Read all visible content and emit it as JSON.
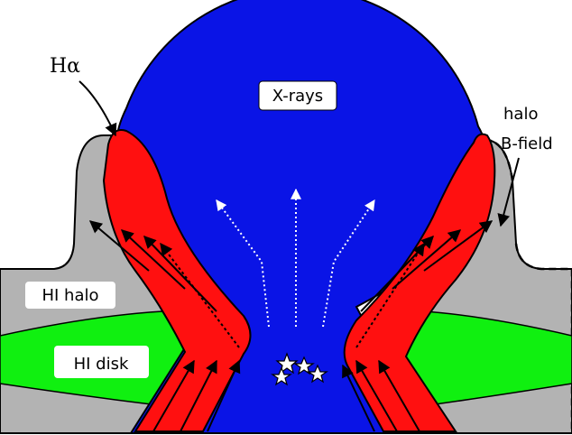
{
  "labels": {
    "halpha": "Hα",
    "xrays": "X-rays",
    "halo_bfield_line1": "halo",
    "halo_bfield_line2": "B-field",
    "hi_halo": "HI halo",
    "hi_disk": "HI disk"
  },
  "colors": {
    "xray_bubble": "#0a14e6",
    "halpha_filament": "#ff1010",
    "hi_halo": "#b3b3b3",
    "hi_disk": "#10f010",
    "outline": "#000000",
    "label_box": "#ffffff",
    "outflow_arrows": "#ffffff"
  },
  "icons": {
    "star_cluster": "star-icon"
  }
}
